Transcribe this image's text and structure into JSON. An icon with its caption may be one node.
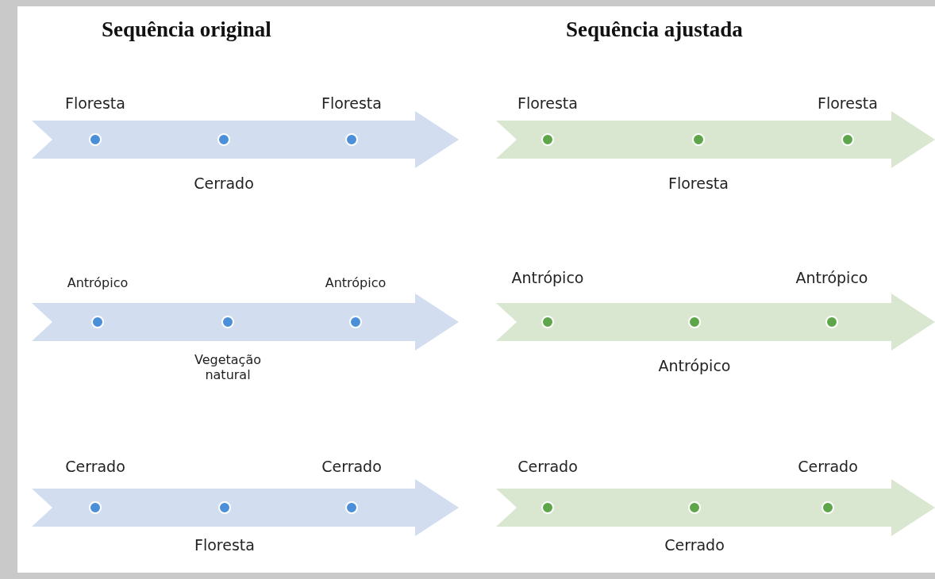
{
  "diagram": {
    "nodes": [
      {
        "text": [],
        "shape": "arrow"
      },
      {
        "text": [
          "Floresta"
        ],
        "in": 0
      },
      {
        "text": [
          "Cerrado"
        ],
        "in": 0
      },
      {
        "text": [
          "Floresta"
        ],
        "in": 0
      },
      {
        "text": [],
        "shape": "arrow"
      },
      {
        "text": [
          "Floresta"
        ],
        "in": 4
      },
      {
        "text": [
          "Floresta"
        ],
        "in": 4
      },
      {
        "text": [
          "Floresta"
        ],
        "in": 4
      },
      {
        "text": [],
        "shape": "arrow"
      },
      {
        "text": [
          "Antrópico"
        ],
        "in": 8
      },
      {
        "text": [
          "Vegetação natural"
        ],
        "in": 8
      },
      {
        "text": [
          "Antrópico"
        ],
        "in": 8
      },
      {
        "text": [],
        "shape": "arrow"
      },
      {
        "text": [
          "Antrópico"
        ],
        "in": 12
      },
      {
        "text": [
          "Antrópico"
        ],
        "in": 12
      },
      {
        "text": [
          "Antrópico"
        ],
        "in": 12
      },
      {
        "text": [],
        "shape": "arrow"
      },
      {
        "text": [
          "Cerrado"
        ],
        "in": 16
      },
      {
        "text": [
          "Floresta"
        ],
        "in": 16
      },
      {
        "text": [
          "Cerrado"
        ],
        "in": 16
      },
      {
        "text": [],
        "shape": "arrow"
      },
      {
        "text": [
          "Cerrado"
        ],
        "in": 20
      },
      {
        "text": [
          "Cerrado"
        ],
        "in": 20
      },
      {
        "text": [
          "Cerrado"
        ],
        "in": 20
      }
    ],
    "labels": [
      "Sequência original",
      "Sequência ajustada"
    ]
  }
}
